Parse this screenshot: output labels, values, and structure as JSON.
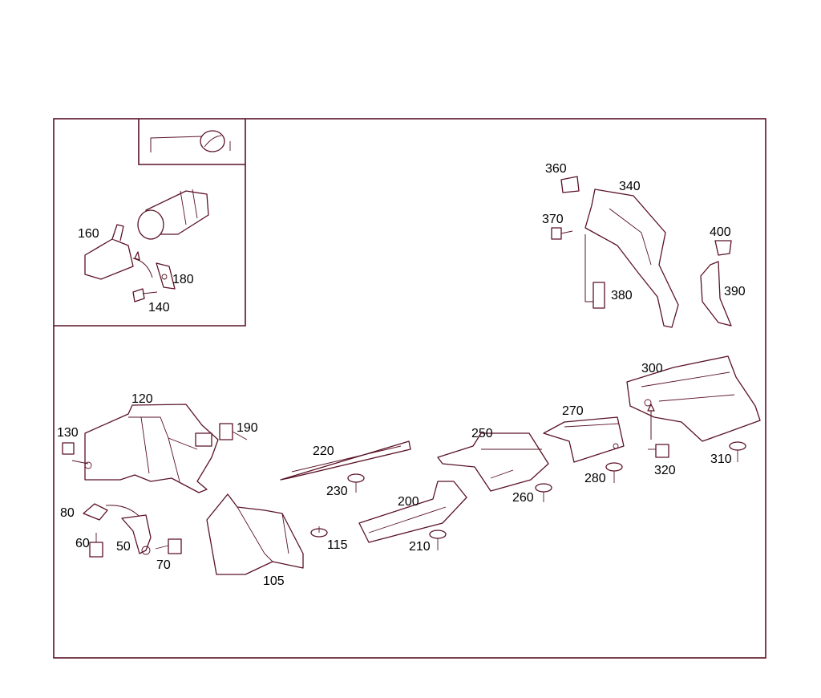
{
  "diagram": {
    "colors": {
      "line": "#5a1226",
      "text": "#000000",
      "background": "#ffffff"
    },
    "icon": "steering-wheel-icon",
    "callouts": {
      "c105": "105",
      "c115": "115",
      "c120": "120",
      "c130": "130",
      "c140": "140",
      "c160": "160",
      "c180": "180",
      "c190": "190",
      "c200": "200",
      "c210": "210",
      "c220": "220",
      "c230": "230",
      "c250": "250",
      "c260": "260",
      "c270": "270",
      "c280": "280",
      "c300": "300",
      "c310": "310",
      "c320": "320",
      "c340": "340",
      "c360": "360",
      "c370": "370",
      "c380": "380",
      "c390": "390",
      "c400": "400",
      "c50": "50",
      "c60": "60",
      "c70": "70",
      "c80": "80"
    }
  }
}
